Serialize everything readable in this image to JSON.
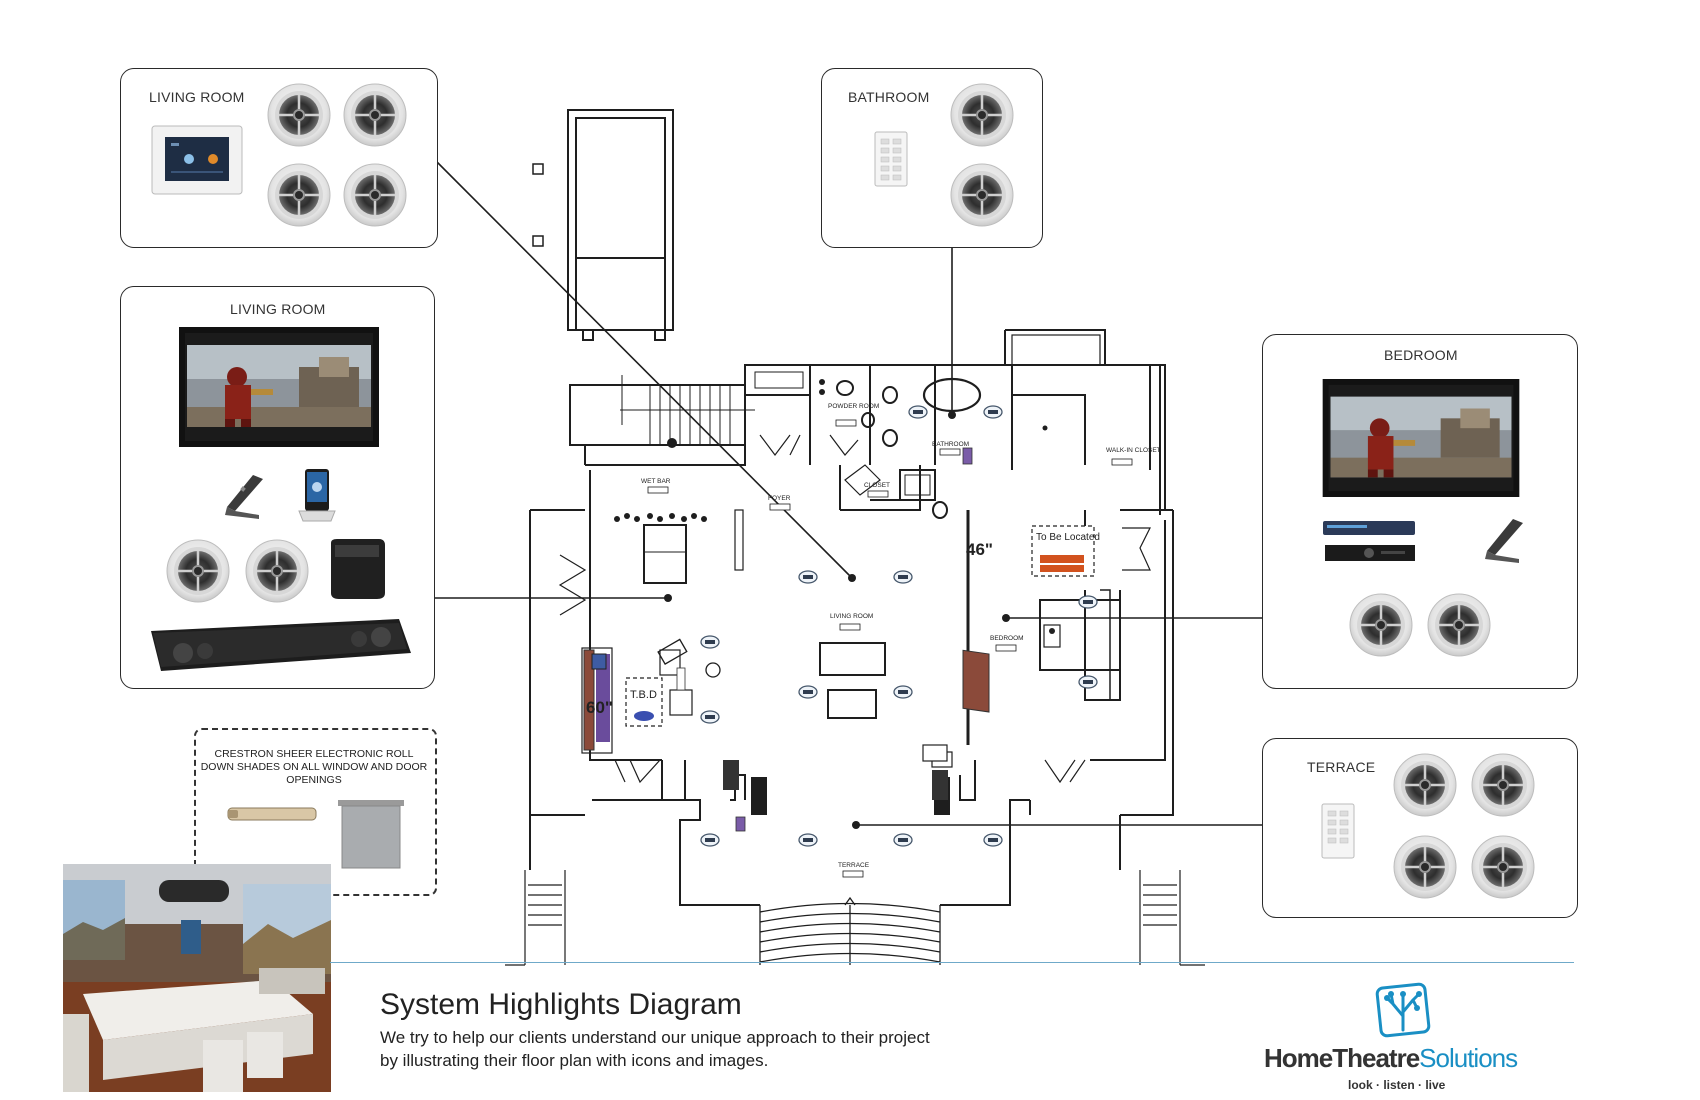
{
  "panels": {
    "living_room_top": {
      "title": "LIVING ROOM"
    },
    "bathroom": {
      "title": "BATHROOM"
    },
    "living_room_main": {
      "title": "LIVING ROOM"
    },
    "bedroom": {
      "title": "BEDROOM"
    },
    "terrace": {
      "title": "TERRACE"
    }
  },
  "shades_note": {
    "text": "CRESTRON SHEER ELECTRONIC ROLL DOWN SHADES ON ALL WINDOW AND DOOR OPENINGS"
  },
  "floorplan": {
    "rooms": {
      "wet_bar": "WET BAR",
      "foyer": "FOYER",
      "powder_room": "POWDER ROOM",
      "closet": "CLOSET",
      "bathroom": "BATHROOM",
      "walk_in_closet": "WALK-IN CLOSET",
      "living_room": "LIVING ROOM",
      "bedroom": "BEDROOM",
      "terrace": "TERRACE"
    },
    "tv_living_size": "60\"",
    "tv_bedroom_size": "46\"",
    "tbd_label": "T.B.D",
    "to_be_located": "To Be Located"
  },
  "footer": {
    "title": "System Highlights Diagram",
    "description": "We try to help our clients understand our unique approach to their project by illustrating their floor plan with icons and images.",
    "logo_part1": "HomeTheatre",
    "logo_part2": "Solutions",
    "tagline": "look · listen · live"
  },
  "colors": {
    "accent_blue": "#1a8fc4",
    "line_dark": "#2a2a2a",
    "tv_purple": "#6a4c9c",
    "tv_brown": "#8b4a3a",
    "amp_orange": "#d2521e"
  },
  "icons": [
    "ceiling-speaker-icon",
    "touch-panel-icon",
    "keypad-icon",
    "tv-icon",
    "remote-icon",
    "ipod-dock-icon",
    "subwoofer-icon",
    "soundbar-icon",
    "blu-ray-player-icon",
    "roller-shade-icon",
    "logo-icon"
  ]
}
